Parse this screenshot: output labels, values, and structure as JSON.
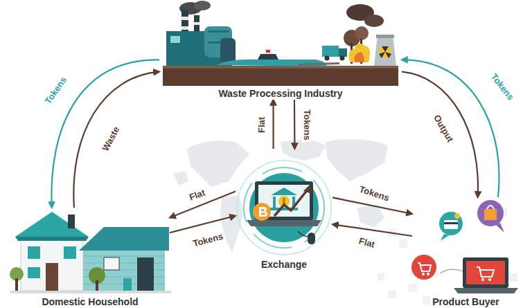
{
  "diagram": {
    "nodes": [
      {
        "text": [
          "Waste Processing Industry"
        ]
      },
      {
        "text": [
          "Exchange"
        ]
      },
      {
        "text": [
          "Domestic Household"
        ]
      },
      {
        "text": [
          "Product Buyer"
        ]
      }
    ],
    "edges": [
      {
        "from": 2,
        "to": 0,
        "label": "Waste",
        "arrow": "to"
      },
      {
        "from": 0,
        "to": 2,
        "label": "Tokens",
        "arrow": "to"
      },
      {
        "from": 1,
        "to": 0,
        "label": "Flat",
        "arrow": "to"
      },
      {
        "from": 0,
        "to": 1,
        "label": "Tokens",
        "arrow": "to"
      },
      {
        "from": 1,
        "to": 2,
        "label": "Flat",
        "arrow": "to"
      },
      {
        "from": 2,
        "to": 1,
        "label": "Tokens",
        "arrow": "to"
      },
      {
        "from": 0,
        "to": 3,
        "label": "Output",
        "arrow": "to"
      },
      {
        "from": 3,
        "to": 0,
        "label": "Tokens",
        "arrow": "to"
      },
      {
        "from": 1,
        "to": 3,
        "label": "Tokens",
        "arrow": "to"
      },
      {
        "from": 3,
        "to": 1,
        "label": "Flat",
        "arrow": "to"
      }
    ]
  }
}
